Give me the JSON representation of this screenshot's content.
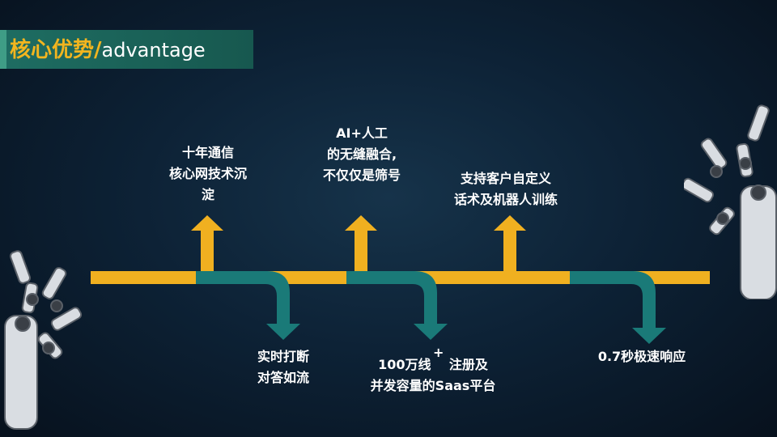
{
  "header": {
    "title_cn": "核心优势",
    "title_slash": "/",
    "title_en": "advantage"
  },
  "colors": {
    "yellow": "#f0b020",
    "teal": "#1a7a78",
    "background": "#0d2236"
  },
  "points": {
    "up": [
      {
        "lines": [
          "十年通信",
          "核心网技术沉",
          "淀"
        ]
      },
      {
        "lines": [
          "AI+人工",
          "的无缝融合,",
          "不仅仅是筛号"
        ]
      },
      {
        "lines": [
          "支持客户自定义",
          "话术及机器人训练"
        ]
      }
    ],
    "down": [
      {
        "lines": [
          "实时打断",
          "对答如流"
        ]
      },
      {
        "lines": [
          "100万线",
          "注册及",
          "并发容量的Saas平台"
        ],
        "superscript": "+"
      },
      {
        "lines": [
          "0.7秒极速响应"
        ]
      }
    ]
  }
}
